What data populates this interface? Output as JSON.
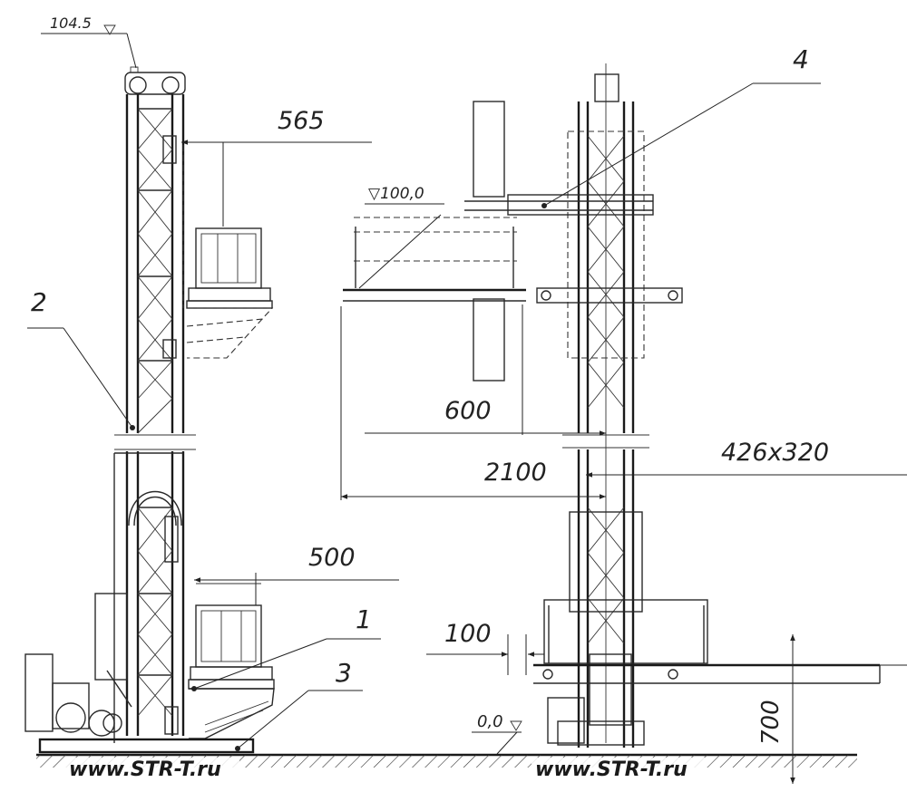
{
  "labels": {
    "elev_top": "104.5",
    "elev_floor": "▽100,0",
    "elev_ground": "0,0",
    "dim_565": "565",
    "dim_500": "500",
    "dim_600": "600",
    "dim_2100": "2100",
    "dim_100": "100",
    "dim_700": "700",
    "dim_mast": "426x320",
    "callout_1": "1",
    "callout_2": "2",
    "callout_3": "3",
    "callout_4": "4"
  },
  "watermarks": [
    "www.STR-T.ru",
    "www.STR-T.ru"
  ],
  "colors": {
    "ink": "#222222",
    "paper": "#ffffff"
  }
}
